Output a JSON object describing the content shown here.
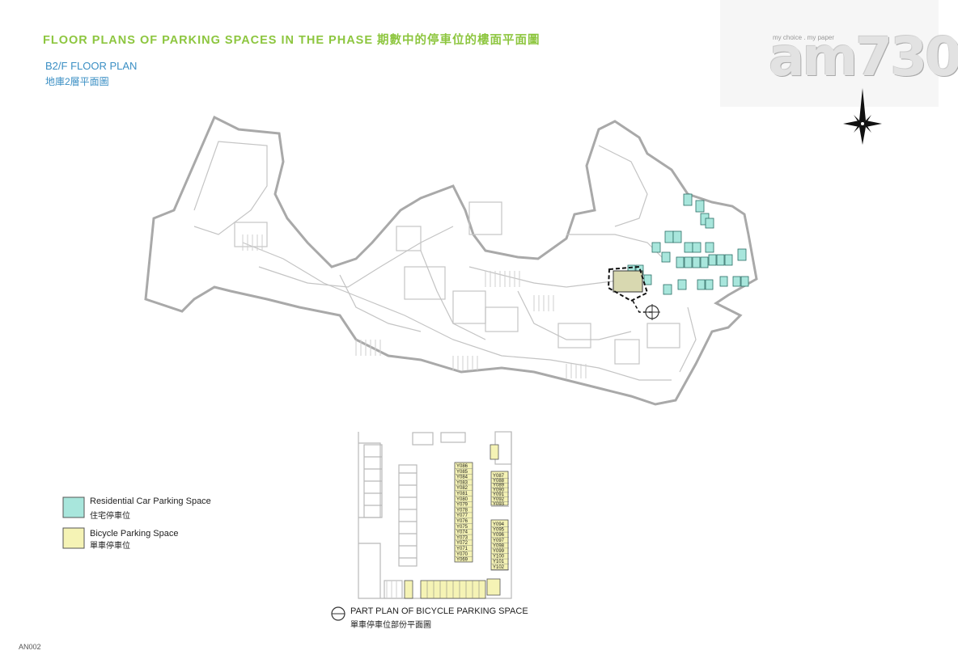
{
  "header": {
    "title": "FLOOR PLANS OF PARKING SPACES IN THE PHASE 期數中的停車位的樓面平面圖",
    "plan_en": "B2/F FLOOR PLAN",
    "plan_zh": "地庫2層平面圖"
  },
  "logo": {
    "tagline": "my choice . my paper",
    "name": "am730"
  },
  "legend": {
    "residential_en": "Residential Car Parking Space",
    "residential_zh": "住宅停車位",
    "residential_color": "#a8e6dc",
    "bicycle_en": "Bicycle Parking Space",
    "bicycle_zh": "單車停車位",
    "bicycle_color": "#f5f3b5"
  },
  "part_plan": {
    "caption_en": "PART PLAN OF BICYCLE PARKING SPACE",
    "caption_zh": "單車停車位部份平面圖",
    "spaces_col1": [
      "Y086",
      "Y085",
      "Y084",
      "Y083",
      "Y082",
      "Y081",
      "Y080",
      "Y079",
      "Y078",
      "Y077",
      "Y076",
      "Y075",
      "Y074",
      "Y073",
      "Y072",
      "Y071",
      "Y070",
      "Y069"
    ],
    "spaces_col2a": [
      "Y087",
      "Y088",
      "Y089",
      "Y090",
      "Y091",
      "Y092",
      "Y093"
    ],
    "spaces_col2b": [
      "Y094",
      "Y095",
      "Y096",
      "Y097",
      "Y098",
      "Y099",
      "Y100",
      "Y101",
      "Y102"
    ]
  },
  "footer": {
    "code": "AN002"
  },
  "icons": {
    "compass": "north-arrow-icon",
    "section_marker": "section-marker-icon"
  }
}
